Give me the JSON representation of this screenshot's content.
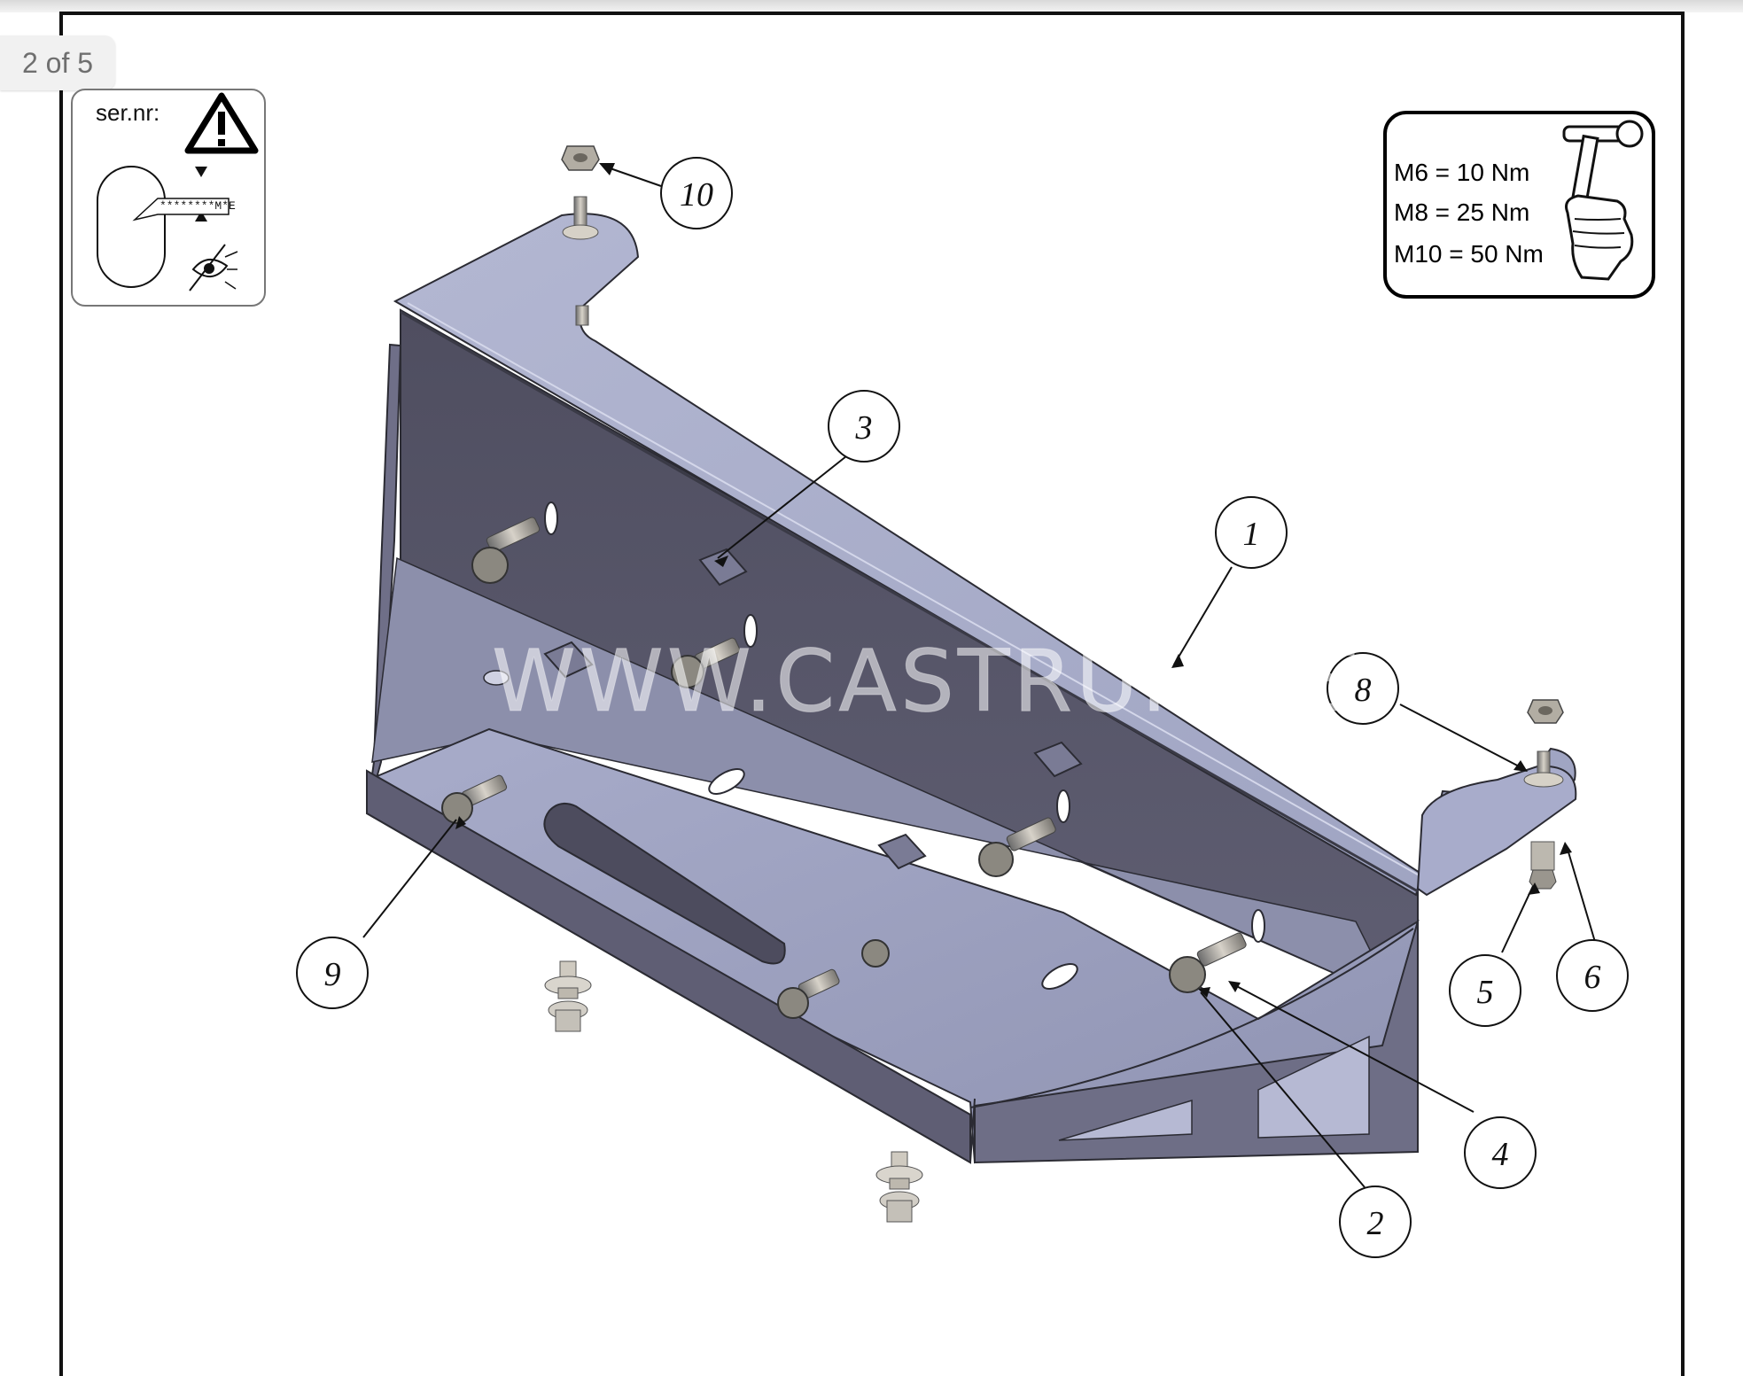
{
  "viewer": {
    "page_indicator": "2 of 5"
  },
  "serial_label": {
    "title": "ser.nr:",
    "tag_text": "********M*E"
  },
  "torque_table": {
    "rows": [
      "M6 = 10 Nm",
      "M8 = 25 Nm",
      "M10 = 50 Nm"
    ]
  },
  "watermark": "WWW.CASTRUM.EE",
  "callouts": [
    {
      "label": "1"
    },
    {
      "label": "2"
    },
    {
      "label": "3"
    },
    {
      "label": "4"
    },
    {
      "label": "5"
    },
    {
      "label": "6"
    },
    {
      "label": "8"
    },
    {
      "label": "9"
    },
    {
      "label": "10"
    }
  ],
  "colors": {
    "plate_light": "#a4a9c6",
    "plate_dark": "#565567",
    "plate_mid": "#8d90a8",
    "outline": "#2b2b33"
  },
  "icons": [
    "warning-triangle-icon",
    "eye-icon",
    "wrench-hand-icon"
  ]
}
